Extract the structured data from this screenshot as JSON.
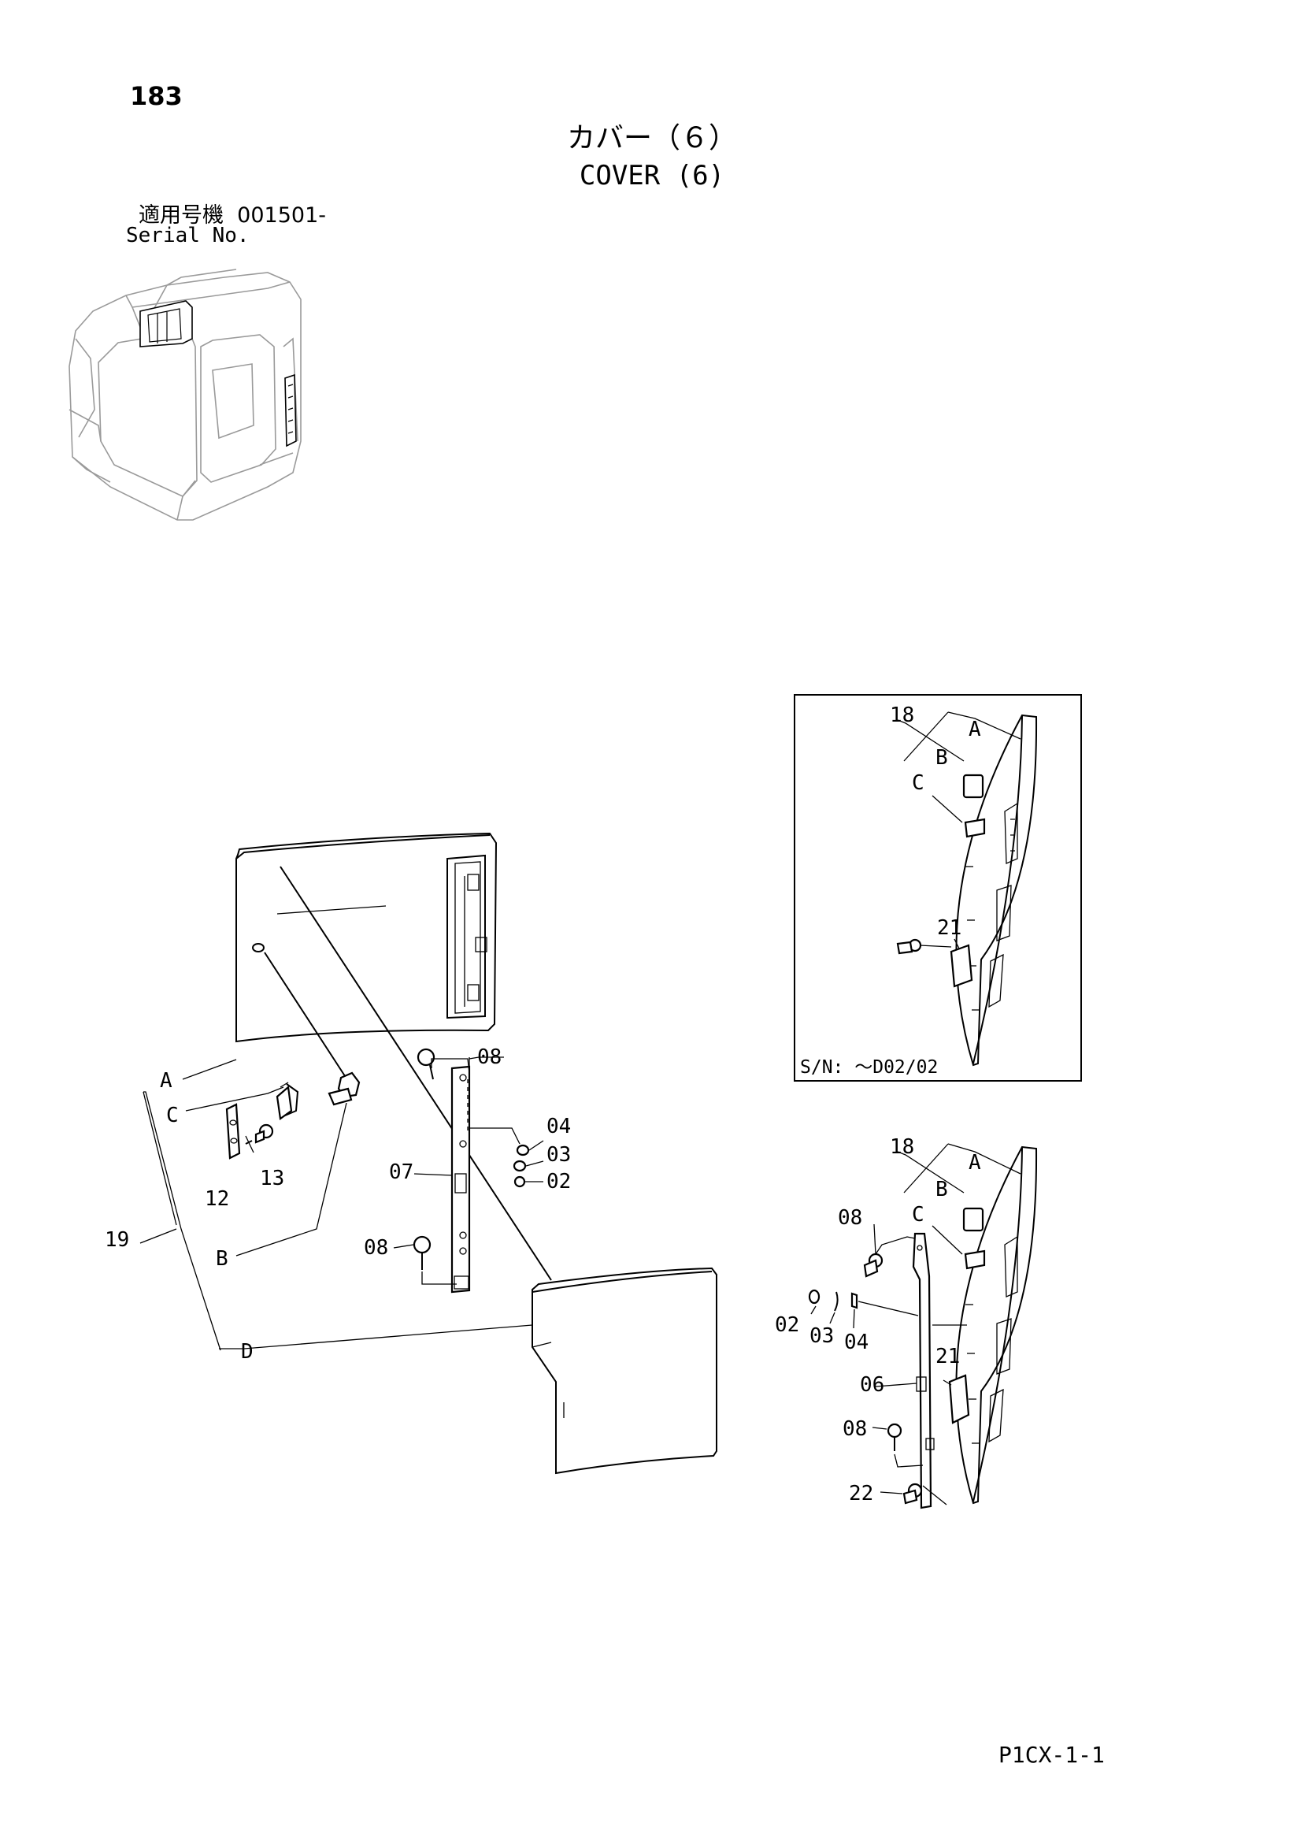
{
  "header": {
    "page_number": "183",
    "title_jp": "カバー（６）",
    "title_en": "COVER (6)",
    "serial_label_jp": "適用号機",
    "serial_value": "001501-",
    "serial_label_en": "Serial No."
  },
  "footer": {
    "page_code": "P1CX-1-1"
  },
  "callouts": {
    "main": {
      "A": "A",
      "B": "B",
      "C": "C",
      "D": "D",
      "p19": "19",
      "p12": "12",
      "p13": "13",
      "p08a": "08",
      "p04": "04",
      "p03": "03",
      "p02": "02",
      "p07": "07",
      "p08b": "08"
    },
    "inset": {
      "p18": "18",
      "A": "A",
      "B": "B",
      "C": "C",
      "p21": "21",
      "note": "S/N: ～D02/02"
    },
    "lower": {
      "p18": "18",
      "A": "A",
      "B": "B",
      "C": "C",
      "p08a": "08",
      "p02": "02",
      "p03": "03",
      "p04": "04",
      "p21": "21",
      "p06": "06",
      "p08b": "08",
      "p22": "22"
    }
  }
}
